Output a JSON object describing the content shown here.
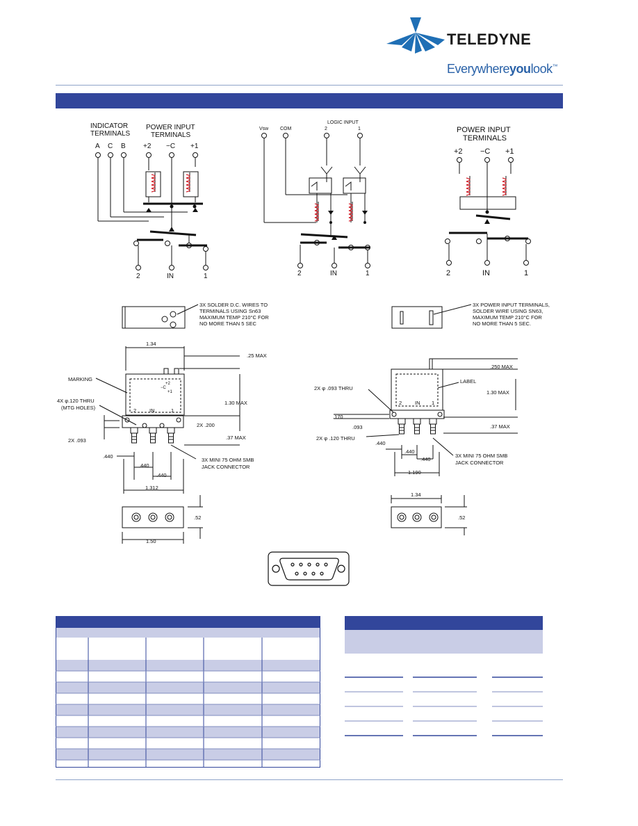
{
  "header": {
    "brand": "TELEDYNE",
    "tagline_a": "Everywhere",
    "tagline_b": "you",
    "tagline_c": "look",
    "tagline_tm": "™"
  },
  "schematics": {
    "left": {
      "group1": "INDICATOR",
      "group1b": "TERMINALS",
      "group2": "POWER INPUT",
      "group2b": "TERMINALS",
      "pins": [
        "A",
        "C",
        "B",
        "+2",
        "−C",
        "+1"
      ],
      "ports": [
        "2",
        "IN",
        "1"
      ]
    },
    "middle": {
      "vsw": "Vsw",
      "com": "COM",
      "logic": "LOGIC INPUT",
      "logic_pins": [
        "2",
        "1"
      ],
      "ports": [
        "2",
        "IN",
        "1"
      ]
    },
    "right": {
      "group": "POWER INPUT",
      "groupb": "TERMINALS",
      "pins": [
        "+2",
        "−C",
        "+1"
      ],
      "ports": [
        "2",
        "IN",
        "1"
      ]
    }
  },
  "outlines": {
    "left_note": [
      "3X SOLDER D.C. WIRES TO",
      "TERMINALS USING Sn63",
      "MAXIMUM TEMP 210°C FOR",
      "NO MORE THAN 5 SEC"
    ],
    "right_note": [
      "3X POWER INPUT TERMINALS,",
      "SOLDER WIRE USING SN63,",
      "MAXIMUM TEMP 210°C FOR",
      "NO MORE THAN 5 SEC."
    ],
    "left_pins": [
      "+2",
      "−C",
      "+1"
    ],
    "left_dims": {
      "w134": "1.34",
      "max25": ".25 MAX",
      "marking": "MARKING",
      "mtg1": "4X φ.120 THRU",
      "mtg2": "(MTG HOLES)",
      "h130": "1.30 MAX",
      "x200": "2X .200",
      "max37": ".37 MAX",
      "x093": "2X .093",
      "d440a": ".440",
      "d440b": ".440",
      "d440c": ".440",
      "conn1": "3X MINI 75 OHM SMB",
      "conn2": "JACK CONNECTOR",
      "w1312": "1.312",
      "h52": ".52",
      "w150": "1.50",
      "port2": "2",
      "portin": "IN",
      "port1": "1"
    },
    "right_dims": {
      "max250": ".250 MAX",
      "thru093": "2X φ .093 THRU",
      "label": "LABEL",
      "h130": "1.30 MAX",
      "d170": ".170",
      "d093": ".093",
      "max37": ".37 MAX",
      "thru120": "2X φ .120 THRU",
      "d440a": ".440",
      "d440b": ".440",
      "d440c": ".440",
      "conn1": "3X MINI 75 OHM SMB",
      "conn2": "JACK CONNECTOR",
      "w1190": "1.190",
      "w134": "1.34",
      "h52": ".52",
      "port2": "2",
      "portin": "IN",
      "port1": "1"
    }
  },
  "tables": {
    "left_rows": 10,
    "right_rows": 5
  },
  "colors": {
    "brand_blue": "#32469b",
    "row_tint": "#c9cde6",
    "schematic_coil": "#d4202a"
  }
}
